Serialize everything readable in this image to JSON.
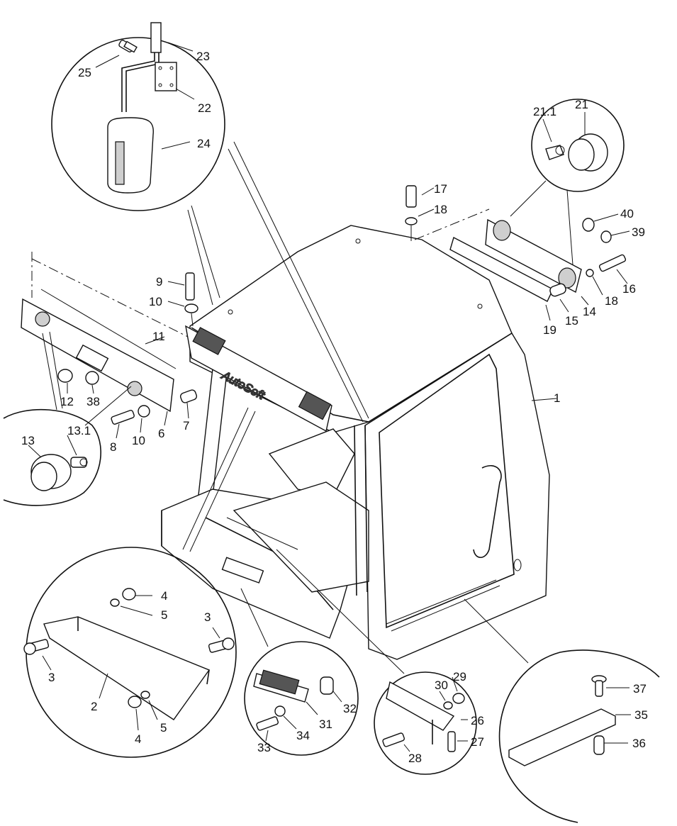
{
  "watermark": "AutoSoft",
  "labels": {
    "l1": "1",
    "l2": "2",
    "l3a": "3",
    "l3b": "3",
    "l4a": "4",
    "l4b": "4",
    "l5a": "5",
    "l5b": "5",
    "l6": "6",
    "l7": "7",
    "l8": "8",
    "l9": "9",
    "l10a": "10",
    "l10b": "10",
    "l11": "11",
    "l12": "12",
    "l13": "13",
    "l13_1": "13.1",
    "l14": "14",
    "l15": "15",
    "l16": "16",
    "l17": "17",
    "l18a": "18",
    "l18b": "18",
    "l19": "19",
    "l21": "21",
    "l21_1": "21.1",
    "l22": "22",
    "l23": "23",
    "l24": "24",
    "l25": "25",
    "l26": "26",
    "l27": "27",
    "l28": "28",
    "l29": "29",
    "l30": "30",
    "l31": "31",
    "l32": "32",
    "l33": "33",
    "l34": "34",
    "l35": "35",
    "l36": "36",
    "l37": "37",
    "l38": "38",
    "l39": "39",
    "l40": "40"
  }
}
